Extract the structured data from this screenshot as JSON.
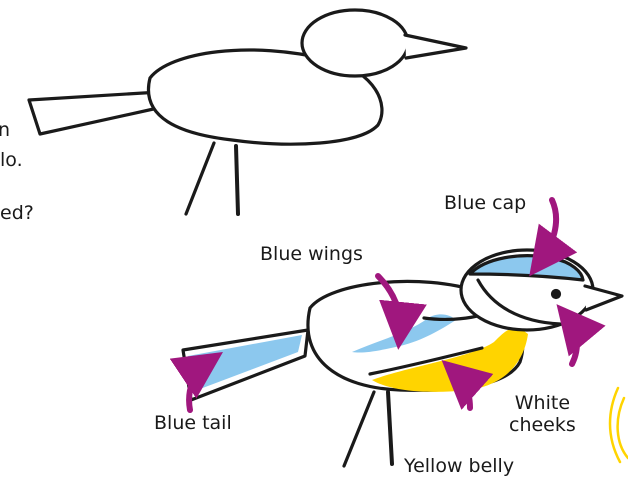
{
  "partial_text": {
    "line1": "n",
    "line2": "lo.",
    "line3": "ed?"
  },
  "labels": {
    "blue_cap": "Blue cap",
    "blue_wings": "Blue wings",
    "blue_tail": "Blue tail",
    "white_cheeks_line1": "White",
    "white_cheeks_line2": "cheeks",
    "yellow_belly": "Yellow belly"
  },
  "colors": {
    "outline": "#1a1a1a",
    "blue": "#8cc8ee",
    "yellow": "#ffd400",
    "arrow": "#a0177e",
    "background": "#ffffff"
  }
}
